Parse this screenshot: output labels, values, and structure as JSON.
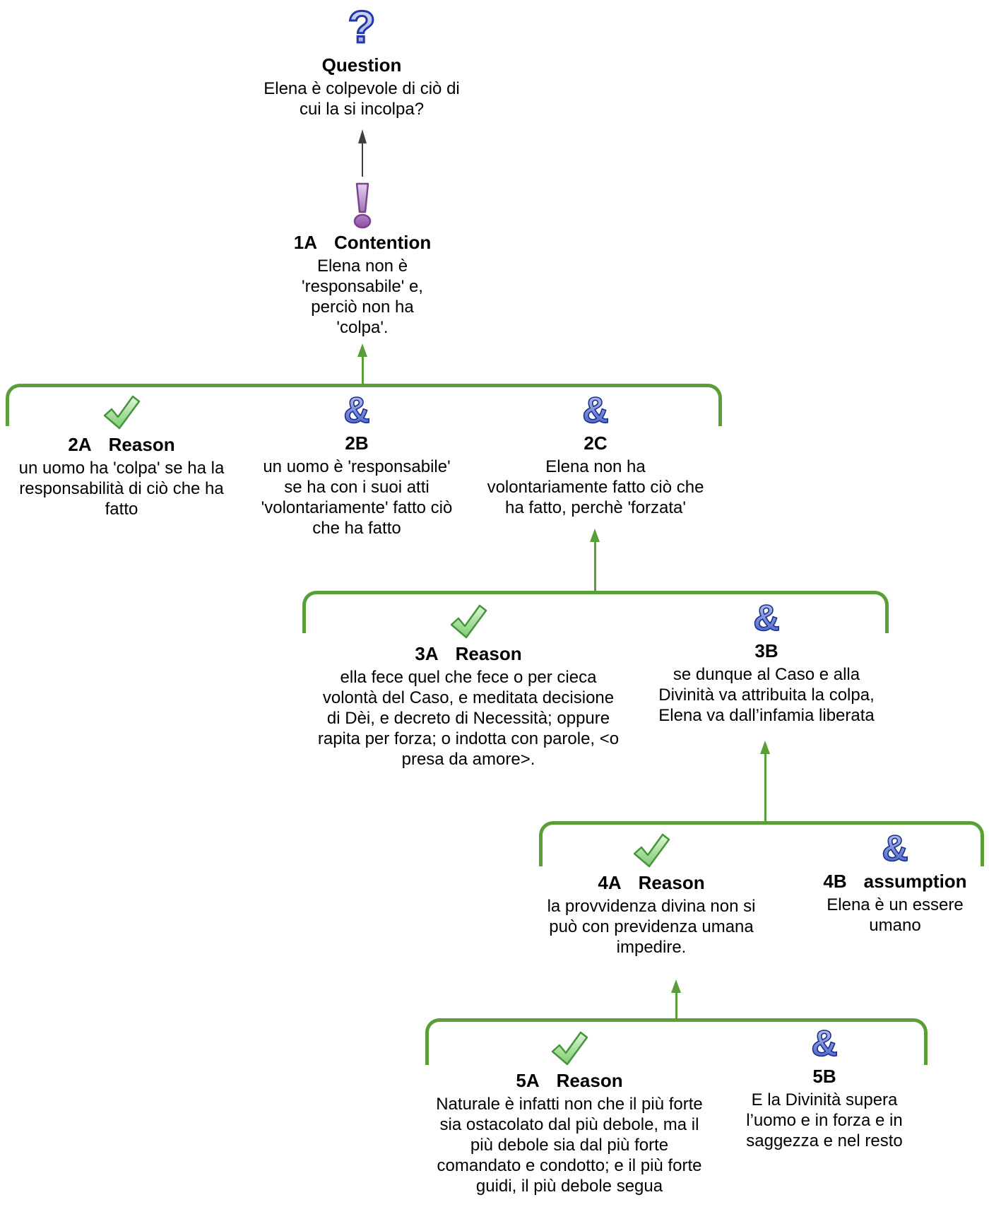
{
  "diagram": {
    "kind": "argument map",
    "colors": {
      "connector_green": "#5a9e38",
      "arrow_gray": "#3f3f3f",
      "text": "#000000",
      "check_green": "#46953c",
      "ampersand_blue": "#3752c4",
      "question_blue": "#2338a8",
      "contention_purple": "#7a4390"
    }
  },
  "nodes": {
    "question": {
      "type_label": "Question",
      "icon": "question-icon",
      "lines": [
        "Elena è colpevole di ciò di",
        "cui la si incolpa?"
      ]
    },
    "contention": {
      "id_label": "1A",
      "type_label": "Contention",
      "icon": "exclamation-icon",
      "lines": [
        "Elena non è",
        "'responsabile' e,",
        "perciò non ha",
        "'colpa'."
      ]
    },
    "r2a": {
      "id_label": "2A",
      "type_label": "Reason",
      "icon": "check-icon",
      "lines": [
        "un uomo ha 'colpa' se ha la",
        "responsabilità di ciò che ha",
        "fatto"
      ]
    },
    "r2b": {
      "id_label": "2B",
      "icon": "ampersand-icon",
      "lines": [
        "un uomo è 'responsabile'",
        "se ha con i suoi atti",
        "'volontariamente' fatto ciò",
        "che ha fatto"
      ]
    },
    "r2c": {
      "id_label": "2C",
      "icon": "ampersand-icon",
      "lines": [
        "Elena non ha",
        "volontariamente fatto ciò che",
        "ha fatto, perchè 'forzata'"
      ]
    },
    "r3a": {
      "id_label": "3A",
      "type_label": "Reason",
      "icon": "check-icon",
      "lines": [
        "ella fece quel che fece o per cieca",
        "volontà del Caso, e meditata decisione",
        "di Dèi, e decreto di Necessità; oppure",
        "rapita per forza; o indotta con parole, <o",
        "presa da amore>."
      ]
    },
    "r3b": {
      "id_label": "3B",
      "icon": "ampersand-icon",
      "lines": [
        "se dunque al Caso e alla",
        "Divinità va attribuita la colpa,",
        "Elena va dall’infamia liberata"
      ]
    },
    "r4a": {
      "id_label": "4A",
      "type_label": "Reason",
      "icon": "check-icon",
      "lines": [
        "la provvidenza divina non si",
        "può con previdenza umana",
        "impedire."
      ]
    },
    "r4b": {
      "id_label": "4B",
      "type_label": "assumption",
      "icon": "ampersand-icon",
      "lines": [
        "Elena è un essere",
        "umano"
      ]
    },
    "r5a": {
      "id_label": "5A",
      "type_label": "Reason",
      "icon": "check-icon",
      "lines": [
        "Naturale è infatti non che il più forte",
        "sia ostacolato dal più debole, ma il",
        "più debole sia dal più forte",
        "comandato e condotto; e il più forte",
        "guidi, il più debole segua"
      ]
    },
    "r5b": {
      "id_label": "5B",
      "icon": "ampersand-icon",
      "lines": [
        "E la Divinità supera",
        "l’uomo e in forza e in",
        "saggezza e nel resto"
      ]
    }
  }
}
